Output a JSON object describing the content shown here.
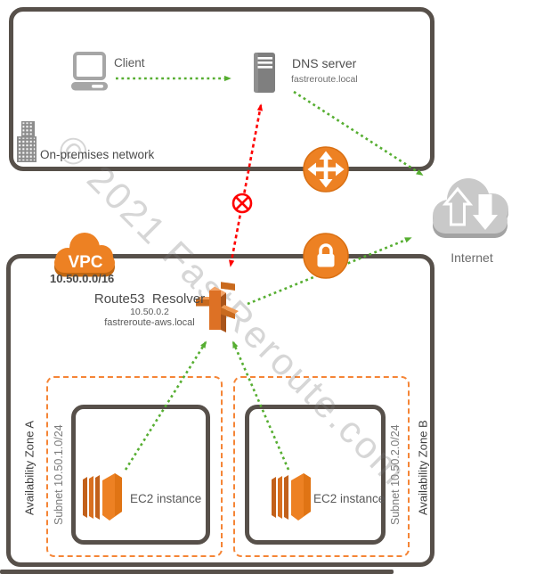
{
  "watermark": "© 2021 FastReroute.com",
  "on_premises": {
    "label": "On-premises network",
    "client": {
      "label": "Client"
    },
    "dns_server": {
      "label": "DNS server",
      "domain": "fastreroute.local"
    }
  },
  "internet": {
    "label": "Internet"
  },
  "icons": {
    "router": "router-cross-arrows-icon",
    "firewall_lock": "padlock-icon",
    "blocked": "circled-x-icon",
    "client": "laptop-icon",
    "dns": "server-icon",
    "building": "office-building-icon",
    "internet": "cloud-up-down-arrows-icon",
    "vpc": "orange-cloud-icon",
    "resolver": "route53-resolver-icon",
    "ec2": "ec2-instance-icon"
  },
  "vpc": {
    "badge": "VPC",
    "cidr": "10.50.0.0/16",
    "resolver": {
      "name": "Route53  Resolver",
      "ip": "10.50.0.2",
      "domain": "fastreroute-aws.local"
    },
    "zones": [
      {
        "name": "Availability Zone A",
        "subnet": "Subnet 10.50.1.0/24",
        "instance": "EC2 instance"
      },
      {
        "name": "Availability Zone B",
        "subnet": "Subnet 10.50.2.0/24",
        "instance": "EC2 instance"
      }
    ]
  },
  "colors": {
    "border_dark": "#57504a",
    "aws_orange": "#ed8123",
    "orange_dark": "#c06712",
    "dashed_orange": "#f58536",
    "arrow_green": "#56ae31",
    "arrow_red": "#fe0000",
    "cloud_gray": "#c9c9c9",
    "icon_gray": "#8c8c8c"
  }
}
